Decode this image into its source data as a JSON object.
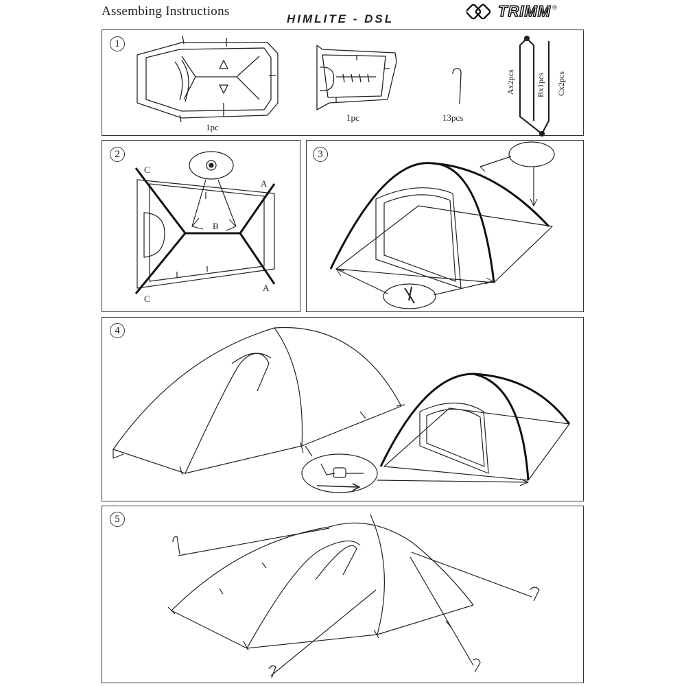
{
  "header": {
    "title": "Assembing Instructions",
    "model": "HIMLITE - DSL",
    "brand": "TRIMM",
    "brand_mark": "®"
  },
  "steps": [
    {
      "number": "1",
      "labels": {
        "inner_tent": "1pc",
        "fly": "1pc",
        "pegs": "13pcs",
        "pole_a": "Ax2pcs",
        "pole_b": "Bx1pcs",
        "pole_c": "Cx2pcs"
      }
    },
    {
      "number": "2",
      "labels": {
        "c_top": "C",
        "a_top": "A",
        "b": "B",
        "c_bottom": "C",
        "a_bottom": "A"
      }
    },
    {
      "number": "3"
    },
    {
      "number": "4"
    },
    {
      "number": "5"
    }
  ],
  "colors": {
    "line": "#222222",
    "frame": "#333333",
    "background": "#ffffff"
  }
}
